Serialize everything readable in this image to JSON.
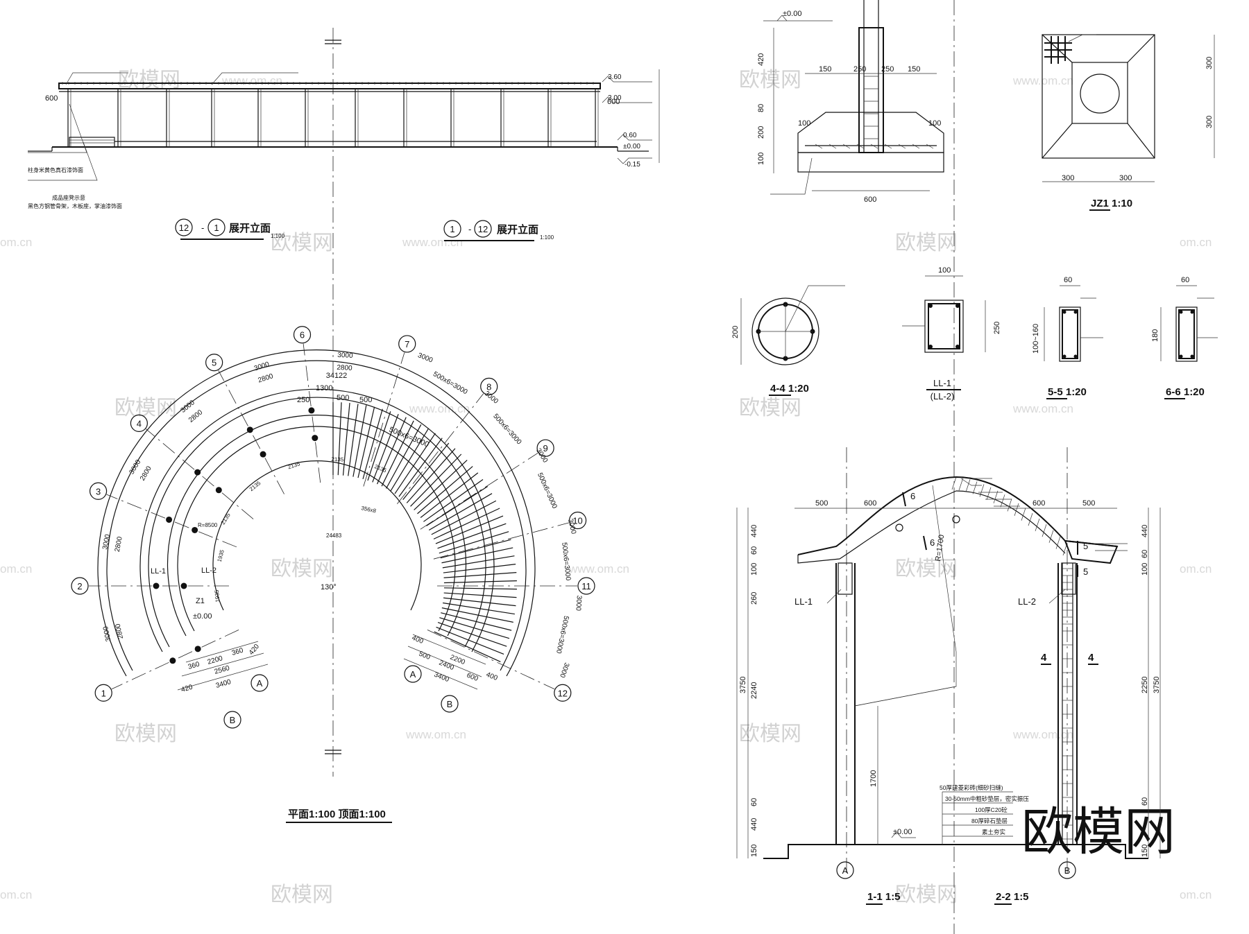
{
  "watermark": {
    "cn": "欧模网",
    "url": "www.om.cn",
    "url_short": "om.cn",
    "logo": "欧模网"
  },
  "titles": {
    "elev_left_a": "12",
    "elev_left_b": "1",
    "elev_left_label": "展开立面",
    "elev_left_scale": "1:100",
    "elev_right_a": "1",
    "elev_right_b": "12",
    "elev_right_label": "展开立面",
    "elev_right_scale": "1:100",
    "plan": "平面1:100    顶面1:100",
    "jz1": "JZ1  1:10",
    "s44": "4-4  1:20",
    "ll1": "LL-1",
    "ll2p": "(LL-2)",
    "s55": "5-5  1:20",
    "s66": "6-6  1:20",
    "s11": "1-1  1:5",
    "s22": "2-2  1:5"
  },
  "elevation_notes": {
    "n1": "柱身米黄色真石漆饰面",
    "n2": "成品座凳示意",
    "n3": "黑色方钢管骨架，木板座，掌油漆饰面",
    "d600a": "600",
    "d600b": "600",
    "e360": "3.60",
    "e300": "3.00",
    "e060": "0.60",
    "e000": "±0.00",
    "em015": "-0.15"
  },
  "plan": {
    "radials": [
      "1",
      "2",
      "3",
      "4",
      "5",
      "6",
      "7",
      "8",
      "9",
      "10",
      "11",
      "12"
    ],
    "grid_a": "A",
    "grid_b": "B",
    "total": "34122",
    "arc_dims": [
      "3000",
      "2800",
      "3000",
      "2800",
      "3000",
      "2800",
      "3000",
      "2800",
      "3000",
      "2800",
      "3000",
      "2800"
    ],
    "seg_500": "500x6=3000",
    "angle": "130°",
    "level": "±0.00",
    "z1": "Z1",
    "ll1": "LL-1",
    "ll2": "LL-2",
    "r8500": "R=8500",
    "inner_dims": [
      "1935",
      "1935",
      "2135",
      "2135",
      "2135",
      "2135",
      "2135",
      "356x8"
    ],
    "d24483": "24483",
    "bottom_left": [
      "360",
      "2200",
      "360",
      "2560",
      "3400",
      "420",
      "420"
    ],
    "bottom_right": [
      "400",
      "500",
      "2400",
      "2200",
      "3400",
      "600",
      "400"
    ],
    "d1300": "1300",
    "d500a": "500",
    "d500b": "500",
    "d250": "250",
    "d3000": "3000"
  },
  "footing": {
    "top_level": "±0.00",
    "dims_top": [
      "150",
      "250",
      "250",
      "150"
    ],
    "side": [
      "100",
      "100"
    ],
    "vert": [
      "420",
      "80",
      "200",
      "100"
    ],
    "width": "600"
  },
  "jz1": {
    "right": [
      "300",
      "300"
    ],
    "bottom": [
      "300",
      "300"
    ]
  },
  "sections": {
    "d200": "200",
    "d100": "100",
    "d250": "250",
    "d60a": "60",
    "d100_160": "100~160",
    "d60b": "60",
    "d180": "180"
  },
  "arch": {
    "top_left": [
      "500",
      "600"
    ],
    "top_right": [
      "600",
      "500"
    ],
    "cut6": "6",
    "cut5": "5",
    "cut4": "4",
    "r1700": "R=1700",
    "ll1": "LL-1",
    "ll2": "LL-2",
    "left_dims": [
      "440",
      "60",
      "100",
      "260",
      "2240",
      "60",
      "440",
      "150"
    ],
    "left_total": "3750",
    "right_dims": [
      "440",
      "60",
      "100",
      "2250",
      "60",
      "150"
    ],
    "right_total": "3750",
    "d1700": "1700",
    "level": "±0.00",
    "grid_a": "A",
    "grid_b": "B",
    "layers": [
      "50厚建菱彩砖(细砂扫缝)",
      "30-50mm中粗砂垫层，密实振压",
      "100厚C20砼",
      "80厚碎石垫层",
      "素土夯实"
    ]
  }
}
